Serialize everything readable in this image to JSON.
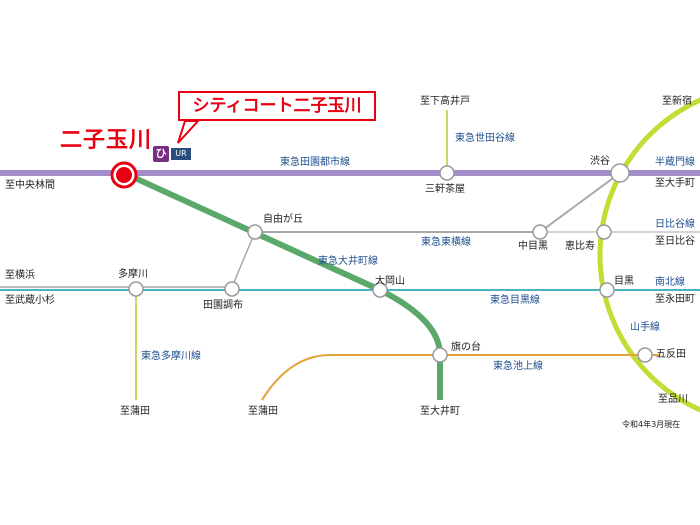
{
  "property": {
    "name": "シティコート二子玉川",
    "station_label": "二子玉川",
    "logo": {
      "mark": "ひ",
      "text": "UR"
    }
  },
  "stations": {
    "futako": "二子玉川",
    "sangenjaya": "三軒茶屋",
    "shibuya": "渋谷",
    "jiyugaoka": "自由が丘",
    "nakameguro": "中目黒",
    "ebisu": "恵比寿",
    "tamagawa": "多摩川",
    "denenchofu": "田園調布",
    "ookayama": "大岡山",
    "meguro": "目黒",
    "hatanodai": "旗の台",
    "gotanda": "五反田"
  },
  "lines": {
    "denentoshi": "東急田園都市線",
    "setagaya": "東急世田谷線",
    "toyoko": "東急東横線",
    "oimachi": "東急大井町線",
    "meguro": "東急目黒線",
    "tamagawa": "東急多摩川線",
    "ikegami": "東急池上線",
    "hanzomon": "半蔵門線",
    "hibiya": "日比谷線",
    "nanboku": "南北線",
    "yamanote": "山手線"
  },
  "destinations": {
    "shimotakaido": "至下高井戸",
    "shinjuku": "至新宿",
    "chuorinkan": "至中央林間",
    "otemachi": "至大手町",
    "hibiya": "至日比谷",
    "yokohama": "至横浜",
    "musashikosugi": "至武蔵小杉",
    "nagatacho": "至永田町",
    "kamata_tamagawa": "至蒲田",
    "kamata_ikegami": "至蒲田",
    "oimachi": "至大井町",
    "shinagawa": "至品川"
  },
  "note": "令和4年3月現在",
  "colors": {
    "denentoshi": "#a48ec9",
    "oimachi": "#5aa86a",
    "toyoko": "#a8a8a8",
    "meguro": "#4ab3c6",
    "tamagawa": "#c9d76a",
    "ikegami": "#e3a23a",
    "yamanote": "#c4dc35",
    "setagaya": "#c9d76a",
    "accent": "#e60012"
  }
}
